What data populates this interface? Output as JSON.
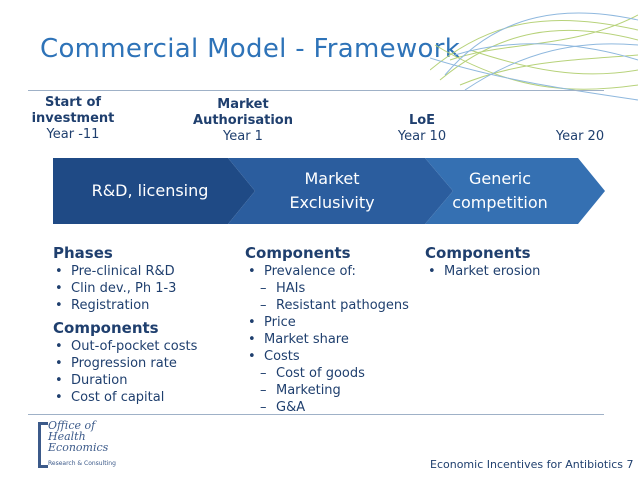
{
  "title": "Commercial Model - Framework",
  "milestones": [
    {
      "name": "Start of\ninvestment",
      "year": "Year -11"
    },
    {
      "name": "Market\nAuthorisation",
      "year": "Year 1"
    },
    {
      "name": "LoE",
      "year": "Year 10"
    },
    {
      "name": "",
      "year": "Year 20"
    }
  ],
  "arrows": {
    "rd": "R&D, licensing",
    "market_line1": "Market",
    "market_line2": "Exclusivity",
    "generic_line1": "Generic",
    "generic_line2": "competition",
    "colors": {
      "dark": "#1f4a85",
      "mid": "#2b5d9e",
      "light": "#3570b2"
    }
  },
  "col1": {
    "phases_title": "Phases",
    "phases": [
      "Pre-clinical R&D",
      "Clin dev., Ph 1-3",
      "Registration"
    ],
    "components_title": "Components",
    "components": [
      "Out-of-pocket costs",
      "Progression rate",
      "Duration",
      "Cost of capital"
    ]
  },
  "col2": {
    "title": "Components",
    "items": [
      {
        "bullet": "•",
        "text": "Prevalence of:",
        "sub": false
      },
      {
        "bullet": "–",
        "text": "HAIs",
        "sub": true
      },
      {
        "bullet": "–",
        "text": "Resistant pathogens",
        "sub": true
      },
      {
        "bullet": "•",
        "text": "Price",
        "sub": false
      },
      {
        "bullet": "•",
        "text": "Market share",
        "sub": false
      },
      {
        "bullet": "•",
        "text": "Costs",
        "sub": false
      },
      {
        "bullet": "–",
        "text": "Cost of goods",
        "sub": true
      },
      {
        "bullet": "–",
        "text": "Marketing",
        "sub": true
      },
      {
        "bullet": "–",
        "text": "G&A",
        "sub": true
      }
    ]
  },
  "col3": {
    "title": "Components",
    "items": [
      "Market erosion"
    ]
  },
  "logo": {
    "lines": [
      "Office of",
      "Health",
      "Economics"
    ],
    "sub": "Research & Consulting"
  },
  "footer": "Economic Incentives for Antibiotics 7"
}
